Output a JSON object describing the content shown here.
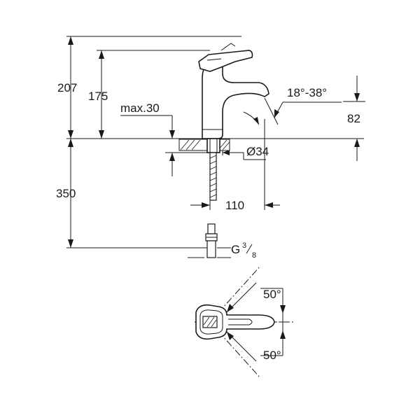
{
  "dimensions": {
    "total_height": "207",
    "handle_height": "175",
    "max_deck": "max.30",
    "spray_angle": "18°-38°",
    "spout_height": "82",
    "hole_diameter": "Ø34",
    "below_deck": "350",
    "spout_reach": "110",
    "connection_main": "G",
    "connection_num": "3",
    "connection_den": "8",
    "rotation_left": "50°",
    "rotation_right": "50°"
  }
}
